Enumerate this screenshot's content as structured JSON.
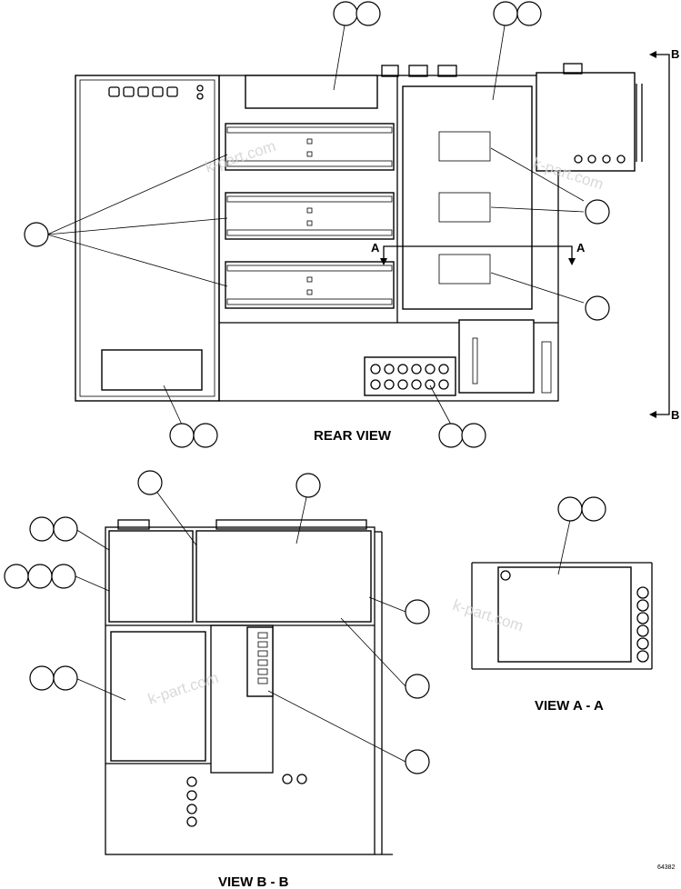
{
  "views": {
    "rear": "REAR VIEW",
    "bb": "VIEW B - B",
    "aa": "VIEW A - A"
  },
  "section_marks": {
    "a": "A",
    "b": "B"
  },
  "figure_number": "64382",
  "watermark": "k-part.com"
}
